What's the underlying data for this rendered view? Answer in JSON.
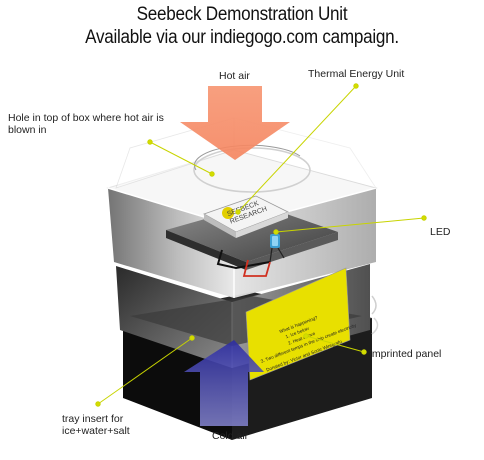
{
  "title": {
    "line1": "Seebeck Demonstration Unit",
    "line2": "Available via our indiegogo.com campaign."
  },
  "labels": {
    "hot_air": "Hot air",
    "thermal_energy_unit": "Thermal Energy Unit",
    "hole": "Hole in top of box where hot air is blown in",
    "led": "LED",
    "imprinted_panel": "Imprinted panel",
    "tray": "tray insert for ice+water+salt",
    "cold_air": "Cold air"
  },
  "chip_label": {
    "line1": "SEEBECK",
    "line2": "RESEARCH"
  },
  "panel_text": {
    "line1": "What is happening?",
    "line2": "1. Ice below",
    "line3": "2. Heat above",
    "line4": "3. Two different temps in the chip create electricity",
    "line5": "Donated by: Victor and Sonic Wiregrafu"
  },
  "colors": {
    "hot_arrow": "#f79a78",
    "cold_arrow": "#5454b8",
    "callout_line": "#c8d400",
    "callout_dot": "#d4dc00",
    "panel_yellow": "#e8e000",
    "chip_dot": "#e2cf00",
    "led_blue": "#3aa6e0"
  }
}
